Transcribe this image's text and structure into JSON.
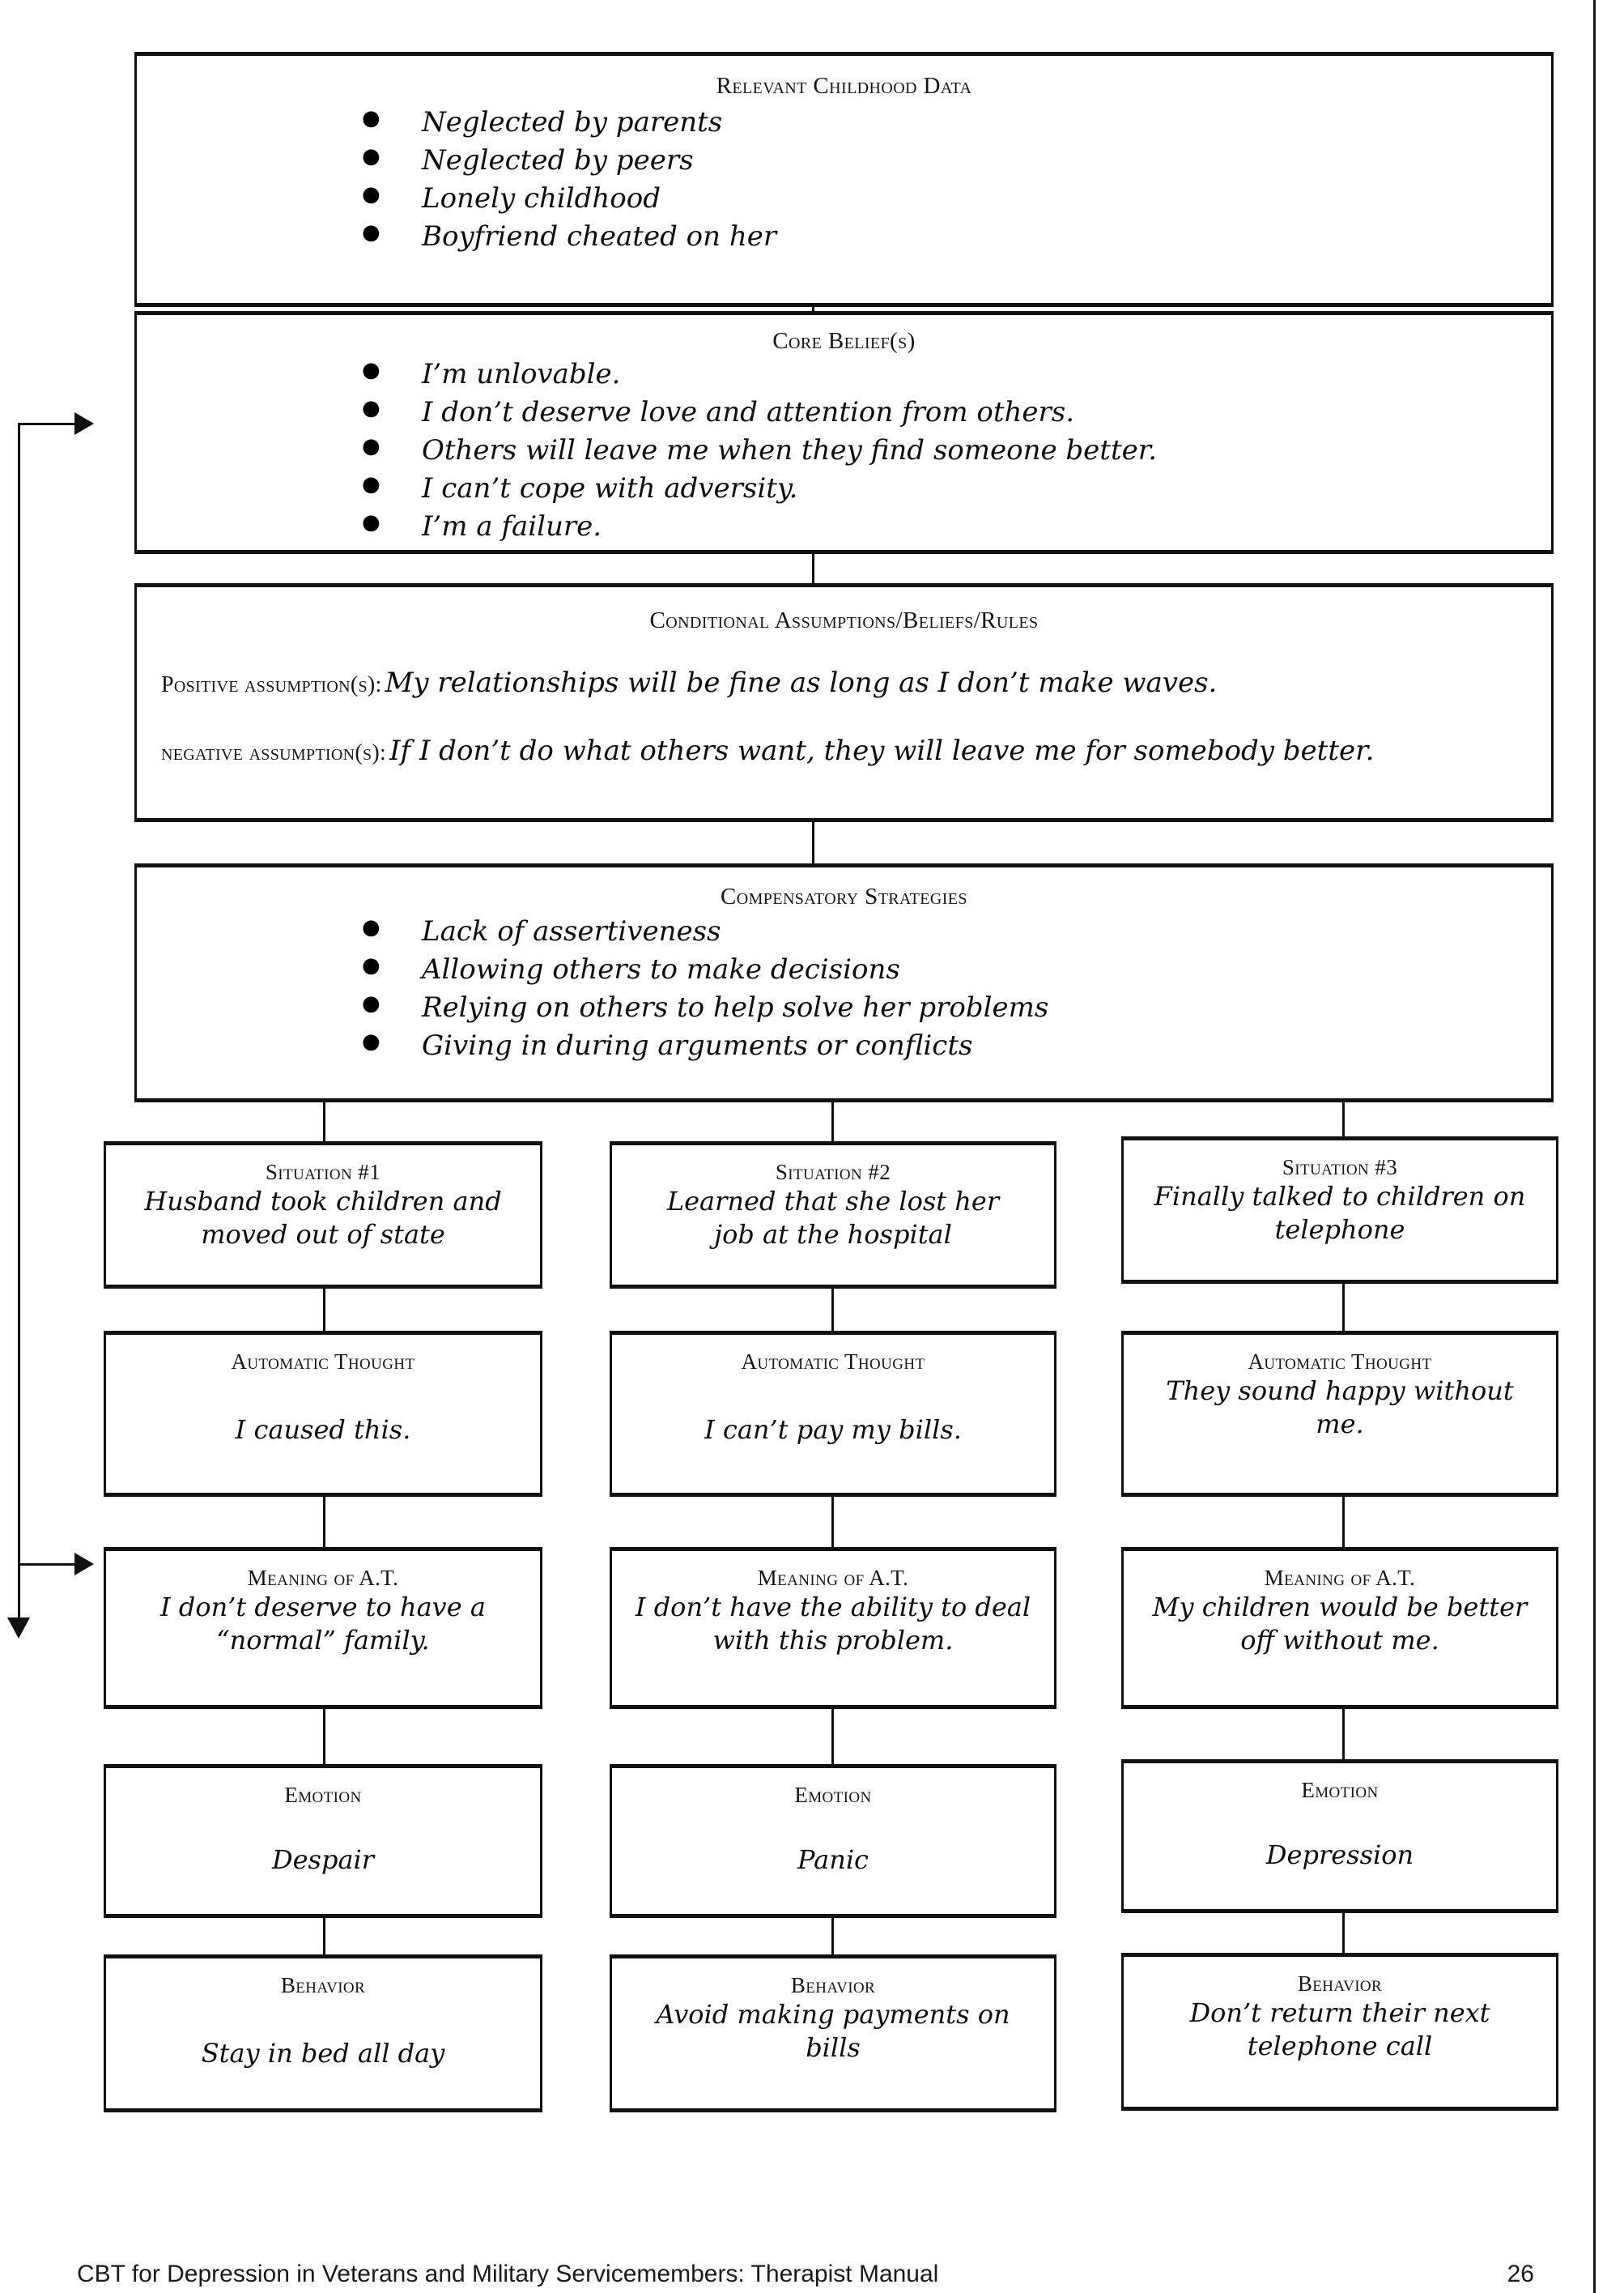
{
  "document": {
    "footer_title": "CBT for Depression in Veterans and Military Servicemembers: Therapist Manual",
    "page_number": "26"
  },
  "conceptualization": {
    "childhood": {
      "header": "Relevant Childhood Data",
      "items": [
        "Neglected by parents",
        "Neglected by peers",
        "Lonely childhood",
        "Boyfriend cheated on her"
      ]
    },
    "core_beliefs": {
      "header": "Core Belief(s)",
      "items": [
        "I’m unlovable.",
        "I don’t deserve love and attention from others.",
        "Others will leave me when they find someone better.",
        "I can’t cope with adversity.",
        "I’m a failure."
      ]
    },
    "conditional": {
      "header": "Conditional Assumptions/Beliefs/Rules",
      "positive_label": "Positive assumption(s):",
      "positive_value": "My relationships will be fine as long as I don’t make waves.",
      "negative_label": "negative assumption(s):",
      "negative_value": "If I don’t do what others want, they will leave me for somebody better."
    },
    "compensatory": {
      "header": "Compensatory Strategies",
      "items": [
        "Lack of assertiveness",
        "Allowing others to make decisions",
        "Relying on others to help solve her problems",
        "Giving in during arguments or conflicts"
      ]
    },
    "row_labels": {
      "situation": "Situation",
      "automatic_thought": "Automatic Thought",
      "meaning": "Meaning of A.T.",
      "emotion": "Emotion",
      "behavior": "Behavior"
    },
    "columns": [
      {
        "situation_header": "Situation #1",
        "situation_text": "Husband took children and moved out of state",
        "at_header": "Automatic Thought",
        "at_text": "I caused this.",
        "meaning_header": "Meaning of A.T.",
        "meaning_text": "I don’t deserve to have a “normal” family.",
        "emotion_header": "Emotion",
        "emotion_text": "Despair",
        "behavior_header": "Behavior",
        "behavior_text": "Stay in bed all day"
      },
      {
        "situation_header": "Situation #2",
        "situation_text": "Learned that she lost her job at the hospital",
        "at_header": "Automatic Thought",
        "at_text": "I can’t pay my bills.",
        "meaning_header": "Meaning of A.T.",
        "meaning_text": "I don’t have the ability to deal with this problem.",
        "emotion_header": "Emotion",
        "emotion_text": "Panic",
        "behavior_header": "Behavior",
        "behavior_text": "Avoid making payments on bills"
      },
      {
        "situation_header": "Situation #3",
        "situation_text": "Finally talked to children on telephone",
        "at_header": "Automatic Thought",
        "at_text": "They sound happy without me.",
        "meaning_header": "Meaning of A.T.",
        "meaning_text": "My children would be better off without me.",
        "emotion_header": "Emotion",
        "emotion_text": "Depression",
        "behavior_header": "Behavior",
        "behavior_text": "Don’t return their next telephone call"
      }
    ]
  }
}
